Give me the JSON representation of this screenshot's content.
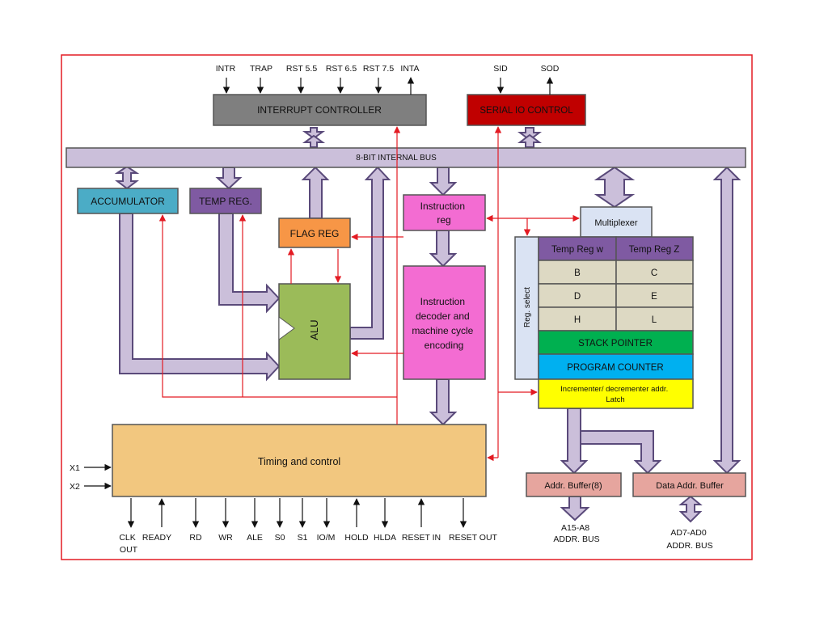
{
  "blocks": {
    "interrupt_controller": "INTERRUPT CONTROLLER",
    "serial_io": "SERIAL IO CONTROL",
    "internal_bus": "8-BIT INTERNAL BUS",
    "accumulator": "ACCUMULATOR",
    "temp_reg": "TEMP REG.",
    "flag_reg": "FLAG REG",
    "alu": "ALU",
    "instruction_reg": [
      "Instruction",
      "reg"
    ],
    "decoder": [
      "Instruction",
      "decoder and",
      "machine cycle",
      "encoding"
    ],
    "multiplexer": "Multiplexer",
    "reg_select": "Reg. select",
    "temp_reg_w": "Temp Reg w",
    "temp_reg_z": "Temp Reg Z",
    "registers": [
      [
        "B",
        "C"
      ],
      [
        "D",
        "E"
      ],
      [
        "H",
        "L"
      ]
    ],
    "stack_pointer": "STACK POINTER",
    "program_counter": "PROGRAM COUNTER",
    "inc_dec_latch": [
      "Incrementer/ decrementer addr.",
      "Latch"
    ],
    "timing_control": "Timing and control",
    "addr_buffer": "Addr. Buffer(8)",
    "data_addr_buffer": "Data Addr. Buffer"
  },
  "interrupt_signals": [
    "INTR",
    "TRAP",
    "RST 5.5",
    "RST 6.5",
    "RST 7.5",
    "INTA"
  ],
  "serial_signals": [
    "SID",
    "SOD"
  ],
  "clock_inputs": [
    "X1",
    "X2"
  ],
  "control_signals": [
    [
      "CLK",
      "OUT"
    ],
    [
      "READY"
    ],
    [
      "RD"
    ],
    [
      "WR"
    ],
    [
      "ALE"
    ],
    [
      "S0"
    ],
    [
      "S1"
    ],
    [
      "IO/M"
    ],
    [
      "HOLD"
    ],
    [
      "HLDA"
    ],
    [
      "RESET IN"
    ],
    [
      "RESET OUT"
    ]
  ],
  "buses": {
    "address_bus": [
      "A15-A8",
      "ADDR. BUS"
    ],
    "data_bus": [
      "AD7-AD0",
      "ADDR. BUS"
    ]
  },
  "colors": {
    "frame": "#e31b23",
    "bus": "#cbbfda",
    "interrupt": "#7f7f7f",
    "serial": "#c00000",
    "accumulator": "#4bacc6",
    "temp_reg": "#7f5aa2",
    "flag_reg": "#f79646",
    "alu": "#9bbb59",
    "instruction": "#f36cd2",
    "multiplexer": "#dae3f3",
    "temp_w_z": "#7f5aa2",
    "registers": "#ddd9c3",
    "stack_pointer": "#00b050",
    "program_counter": "#00b0f0",
    "latch": "#ffff00",
    "timing": "#f2c77f",
    "buffer": "#e6a59e"
  }
}
